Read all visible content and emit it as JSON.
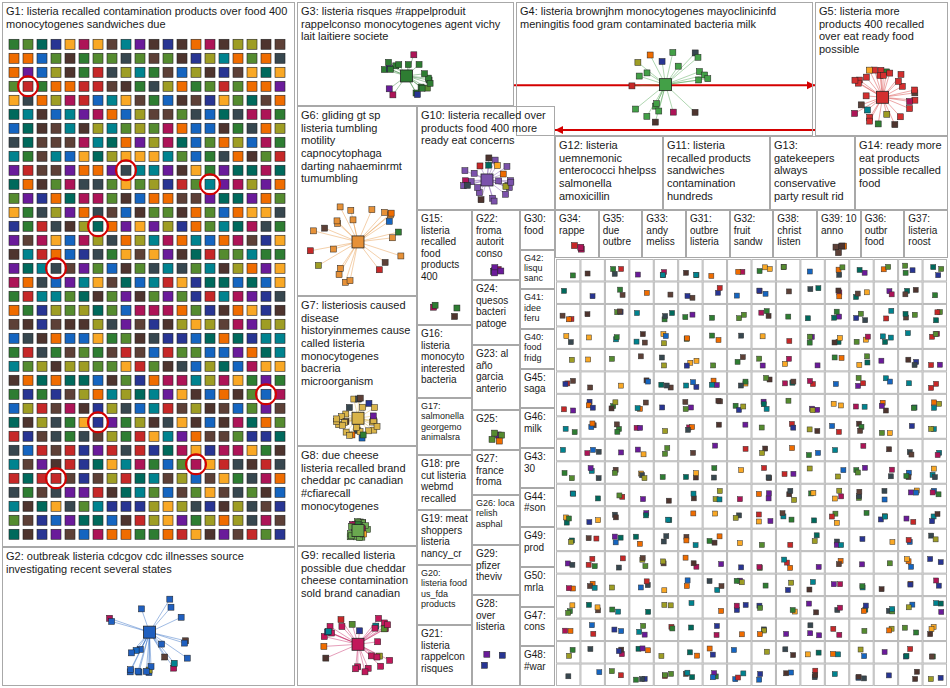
{
  "diagram": {
    "nodes": [
      {
        "text": [
          "G1: listeria recalled contamination products over food 400 monocytogenes sandwiches due"
        ]
      },
      {
        "text": [
          "G2: outbreak listeria cdcgov cdc illnesses source investigating recent several states"
        ]
      },
      {
        "text": [
          "G3: listeria risques #rappelproduit rappelconso monocytogenes agent vichy lait laitiere societe"
        ]
      },
      {
        "text": [
          "G4: listeria brownjhm monocytogenes mayoclinicinfd meningitis food gram contaminated bacteria milk"
        ]
      },
      {
        "text": [
          "G5: listeria more products 400 recalled over eat ready food possible"
        ]
      },
      {
        "text": [
          "G6: gliding gt sp listeria tumbling motility capnocytophaga darting nahaeminrmt tumumbling"
        ]
      },
      {
        "text": [
          "G7: listeriosis caused disease historyinmemes cause called listeria monocytogenes bacreria microorganism"
        ]
      },
      {
        "text": [
          "G8: due cheese listeria recalled brand cheddar pc canadian #cfiarecall monocytogenes"
        ]
      },
      {
        "text": [
          "G9: recalled listeria possible due cheddar cheese contamination sold brand canadian"
        ]
      },
      {
        "text": [
          "G10: listeria recalled over products food 400 more ready eat concerns"
        ]
      },
      {
        "text": [
          "G12: listeria uemnemonic enterococci hhelpss salmonella amoxicillin"
        ]
      },
      {
        "text": [
          "G11: listeria recalled products sandwiches contamination hundreds"
        ]
      },
      {
        "text": [
          "G13: gatekeepers always conservative party result rid"
        ]
      },
      {
        "text": [
          "G14: ready more eat products possible recalled food"
        ]
      },
      {
        "text": [
          "G15: listeria recalled food products 400"
        ]
      },
      {
        "text": [
          "G16: listeria monocyto interested bacteria"
        ]
      },
      {
        "text": [
          "G17: salmonella georgemo animalsra"
        ]
      },
      {
        "text": [
          "G18: pre cut listeria webmd recalled"
        ]
      },
      {
        "text": [
          "G19: meat shoppers listeria nancy_cr"
        ]
      },
      {
        "text": [
          "G20: listeria food us_fda products"
        ]
      },
      {
        "text": [
          "G21: listeria rappelcon risques"
        ]
      },
      {
        "text": [
          "G22: froma autorit conso"
        ]
      },
      {
        "text": [
          "G24: quesos bacteri patoge"
        ]
      },
      {
        "text": [
          "G23: al año garcia anterio"
        ]
      },
      {
        "text": [
          "G25:"
        ]
      },
      {
        "text": [
          "G27: france froma"
        ]
      },
      {
        "text": [
          "G26: loca relish asphal"
        ]
      },
      {
        "text": [
          "G29: pfizer theviv"
        ]
      },
      {
        "text": [
          "G28: over listeria"
        ]
      },
      {
        "text": [
          "G30: food"
        ]
      },
      {
        "text": [
          "G42: lisqu sanc"
        ]
      },
      {
        "text": [
          "G41: idee feru"
        ]
      },
      {
        "text": [
          "G40: food fridg"
        ]
      },
      {
        "text": [
          "G45: saga"
        ]
      },
      {
        "text": [
          "G46: milk"
        ]
      },
      {
        "text": [
          "G43: 30"
        ]
      },
      {
        "text": [
          "G44: #son"
        ]
      },
      {
        "text": [
          "G49: prod"
        ]
      },
      {
        "text": [
          "G50: mrla"
        ]
      },
      {
        "text": [
          "G47: cons"
        ]
      },
      {
        "text": [
          "G48: #war"
        ]
      },
      {
        "text": [
          "G34: rappe"
        ]
      },
      {
        "text": [
          "G35: due outbre"
        ]
      },
      {
        "text": [
          "G33: andy meliss"
        ]
      },
      {
        "text": [
          "G31: outbre listeria"
        ]
      },
      {
        "text": [
          "G32: fruit sandw"
        ]
      },
      {
        "text": [
          "G38: christ listen"
        ]
      },
      {
        "text": [
          "G39: 10 anno"
        ]
      },
      {
        "text": [
          "G36: outbr food"
        ]
      },
      {
        "text": [
          "G37: listeria roost"
        ]
      }
    ],
    "edges": [
      {
        "from": 2,
        "to": 4,
        "arrow": "to"
      },
      {
        "from": 4,
        "to": 9,
        "arrow": "to"
      }
    ]
  }
}
